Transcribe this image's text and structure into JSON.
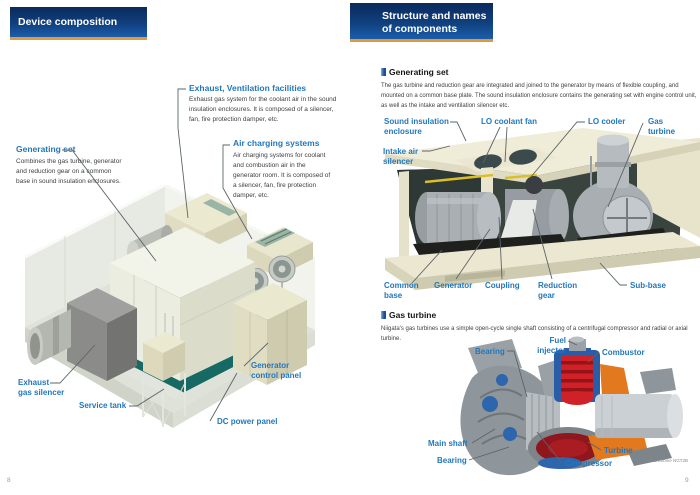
{
  "colors": {
    "banner_top": "#0a2a5c",
    "banner_bottom": "#1a5dab",
    "banner_underline": "#e09a3c",
    "label_blue": "#2277bd",
    "body_text": "#3f3f3f",
    "floor_teal": "#176a64"
  },
  "left_page": {
    "banner_title": "Device composition",
    "page_number": "8",
    "callouts": {
      "exhaust_ventilation": {
        "title": "Exhaust, Ventilation facilities",
        "body": "Exhaust gas system for the coolant air in the sound insulation enclosures. It is composed of a silencer, fan, fire protection damper, etc."
      },
      "air_charging": {
        "title": "Air charging systems",
        "body": "Air charging systems for coolant and combustion air in the generator room. It is composed of a silencer, fan, fire protection damper, etc."
      },
      "generating_set": {
        "title": "Generating set",
        "body": "Combines the gas turbine, generator and reduction gear on a common base in sound insulation enclosures."
      }
    },
    "labels": {
      "exhaust_gas_silencer": [
        "Exhaust",
        "gas silencer"
      ],
      "service_tank": "Service tank",
      "generator_control_panel": [
        "Generator",
        "control panel"
      ],
      "dc_power_panel": "DC power panel"
    }
  },
  "right_page": {
    "banner_lines": [
      "Structure and names",
      "of components"
    ],
    "page_number": "9",
    "generating_set": {
      "heading": "Generating set",
      "body": "The gas turbine and reduction gear are integrated and joined to the generator by means of flexible coupling, and mounted on a common base plate. The sound insulation enclosure contains the generating set with engine control unit, as well as the intake and ventilation silencer etc.",
      "labels": {
        "sound_insulation_enclosure": [
          "Sound insulation",
          "enclosure"
        ],
        "lo_coolant_fan": "LO coolant fan",
        "lo_cooler": "LO cooler",
        "gas_turbine": [
          "Gas",
          "turbine"
        ],
        "intake_air_silencer": [
          "Intake air",
          "silencer"
        ],
        "common_base": [
          "Common",
          "base"
        ],
        "generator": "Generator",
        "coupling": "Coupling",
        "reduction_gear": [
          "Reduction",
          "gear"
        ],
        "sub_base": "Sub-base"
      }
    },
    "gas_turbine": {
      "heading": "Gas turbine",
      "body": "Niigata's gas turbines use a simple open-cycle single shaft consisting of a centrifugal compressor and radial or axial turbine.",
      "caption": "* Gas turbine NGT2B",
      "labels": {
        "fuel_injector": [
          "Fuel",
          "injector"
        ],
        "bearing_top": "Bearing",
        "combustor": "Combustor",
        "main_shaft": "Main shaft",
        "bearing_bottom": "Bearing",
        "compressor": "Compressor",
        "turbine": "Turbine"
      }
    }
  }
}
